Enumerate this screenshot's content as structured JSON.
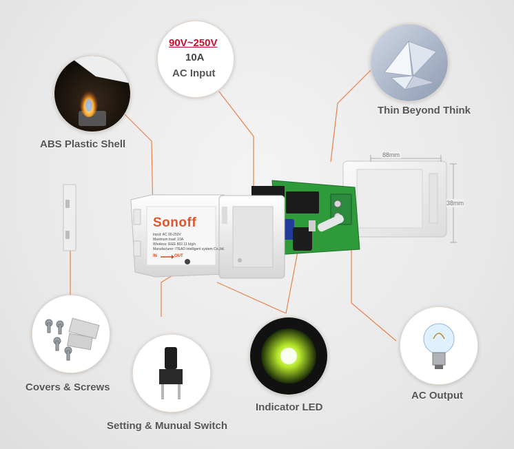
{
  "labels": {
    "abs_shell": "ABS Plastic Shell",
    "ac_voltage": "90V~250V",
    "ac_current": "10A",
    "ac_input": "AC Input",
    "thin": "Thin Beyond Think",
    "covers": "Covers & Screws",
    "switch": "Setting & Munual Switch",
    "led": "Indicator LED",
    "ac_output": "AC Output"
  },
  "dimensions": {
    "width": "88mm",
    "height": "38mm"
  },
  "device": {
    "brand": "Sonoff",
    "spec_lines": [
      "Input: AC 90-250V",
      "Maximum load: 10A",
      "Wireless: IEEE 802.11 b/g/n",
      "Manufacturer: ITEAD intelligent system Co.,ltd."
    ],
    "in_label": "IN",
    "out_label": "OUT"
  },
  "colors": {
    "accent": "#e5824b",
    "brand": "#e2542a",
    "voltage": "#c8102e",
    "pcb": "#2e9a3a",
    "text": "#555555"
  }
}
